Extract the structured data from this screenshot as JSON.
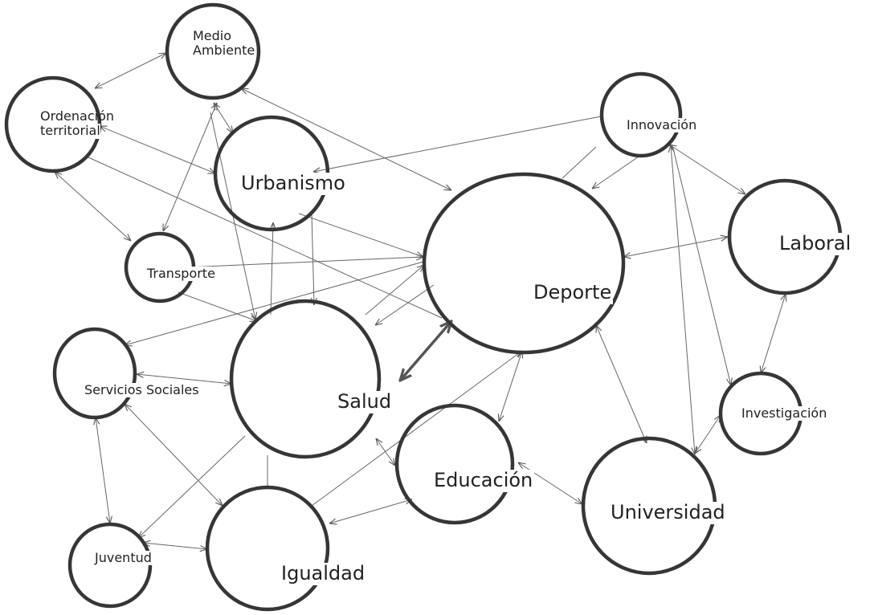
{
  "nodes": {
    "medio_ambiente": [
      "Medio",
      "Ambiente"
    ],
    "ordenacion": [
      "Ordenación",
      "territorial"
    ],
    "urbanismo": "Urbanismo",
    "transporte": "Transporte",
    "innovacion": "Innovación",
    "deporte": "Deporte",
    "laboral": "Laboral",
    "servicios_sociales": "Servicios Sociales",
    "salud": "Salud",
    "investigacion": "Investigación",
    "educacion": "Educación",
    "universidad": "Universidad",
    "juventud": "Juventud",
    "igualdad": "Igualdad"
  },
  "colors": {
    "stroke": "#363636",
    "edge": "#666666"
  }
}
